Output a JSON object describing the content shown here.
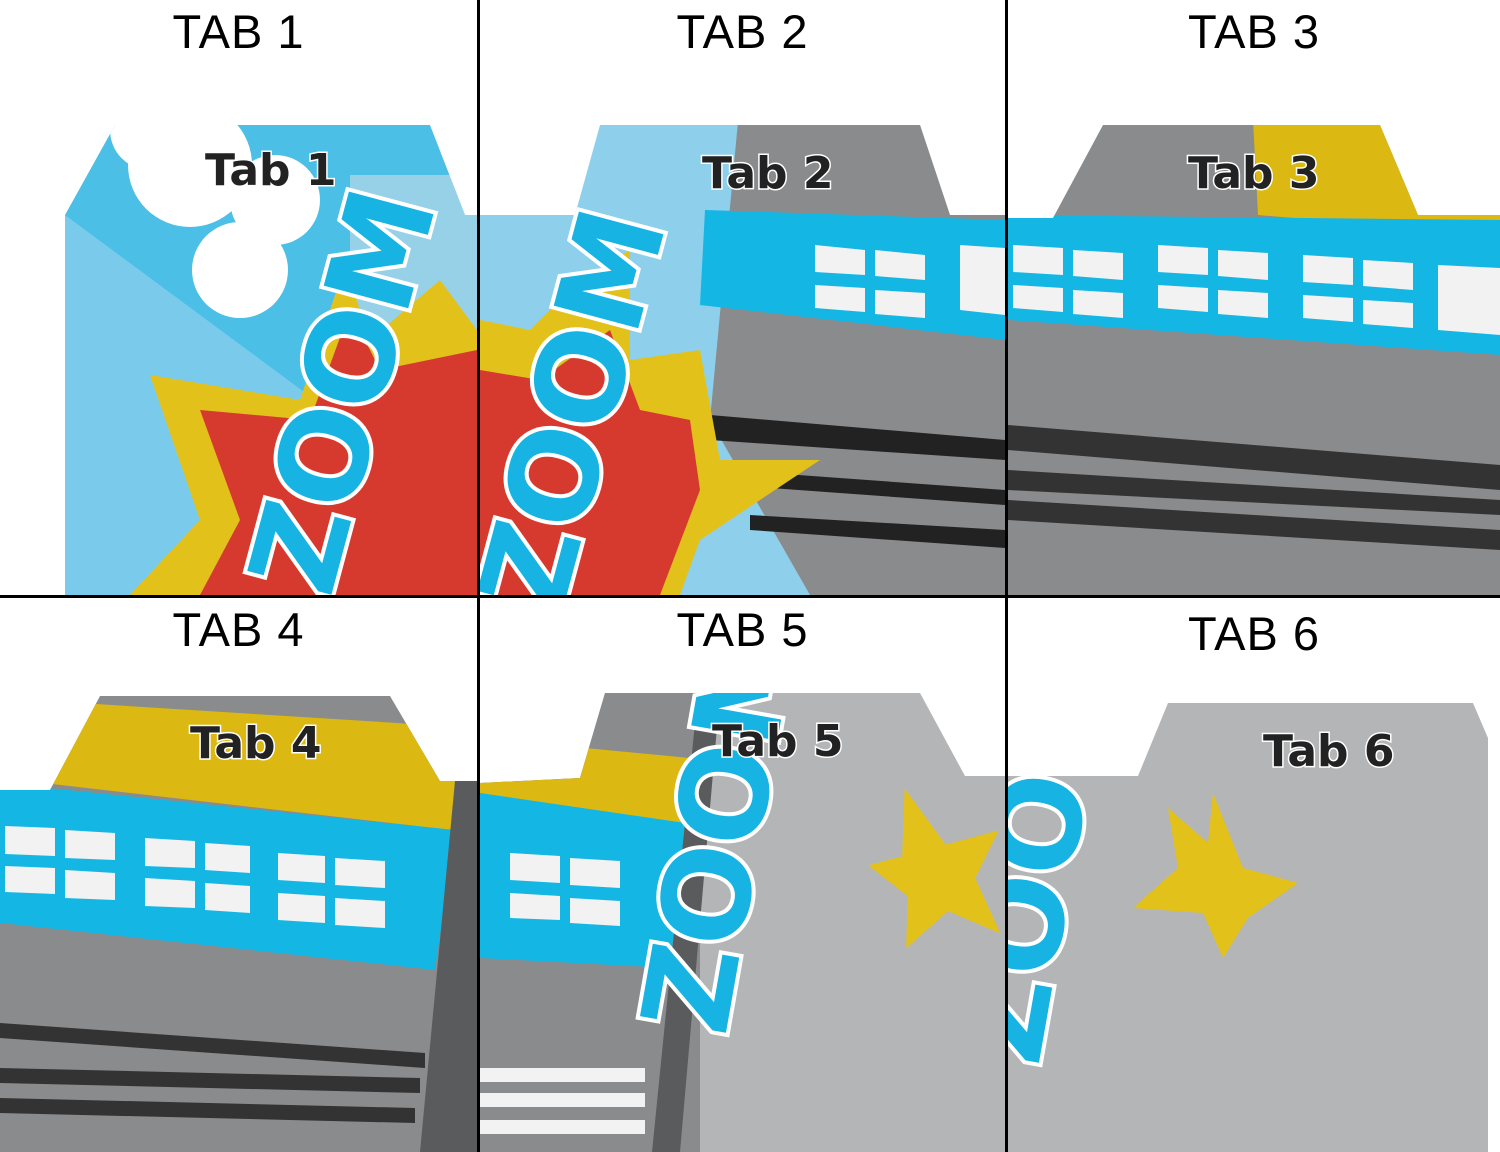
{
  "panels": [
    {
      "header": "TAB 1",
      "tab_label": "Tab 1"
    },
    {
      "header": "TAB 2",
      "tab_label": "Tab 2"
    },
    {
      "header": "TAB 3",
      "tab_label": "Tab 3"
    },
    {
      "header": "TAB 4",
      "tab_label": "Tab 4"
    },
    {
      "header": "TAB 5",
      "tab_label": "Tab 5"
    },
    {
      "header": "TAB 6",
      "tab_label": "Tab 6"
    }
  ],
  "artwork": {
    "word": "ZOOM"
  },
  "colors": {
    "sky": "#4bbfe6",
    "sky_light": "#9fd3ea",
    "building_blue": "#14b6e4",
    "gray": "#8a8b8d",
    "light_gray": "#b4b5b7",
    "yellow": "#dcb812",
    "red": "#d63a2f",
    "dark": "#333333"
  }
}
